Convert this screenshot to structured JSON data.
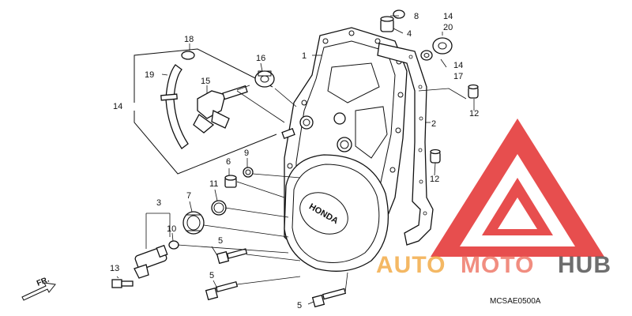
{
  "callouts": [
    {
      "id": "c1",
      "text": "1"
    },
    {
      "id": "c2",
      "text": "2"
    },
    {
      "id": "c3",
      "text": "3"
    },
    {
      "id": "c4",
      "text": "4"
    },
    {
      "id": "c5a",
      "text": "5"
    },
    {
      "id": "c5b",
      "text": "5"
    },
    {
      "id": "c5c",
      "text": "5"
    },
    {
      "id": "c6",
      "text": "6"
    },
    {
      "id": "c7",
      "text": "7"
    },
    {
      "id": "c8",
      "text": "8"
    },
    {
      "id": "c9",
      "text": "9"
    },
    {
      "id": "c10",
      "text": "10"
    },
    {
      "id": "c11",
      "text": "11"
    },
    {
      "id": "c12a",
      "text": "12"
    },
    {
      "id": "c12b",
      "text": "12"
    },
    {
      "id": "c13",
      "text": "13"
    },
    {
      "id": "c14a",
      "text": "14"
    },
    {
      "id": "c14b",
      "text": "14"
    },
    {
      "id": "c14c",
      "text": "14"
    },
    {
      "id": "c15",
      "text": "15"
    },
    {
      "id": "c16",
      "text": "16"
    },
    {
      "id": "c17",
      "text": "17"
    },
    {
      "id": "c18",
      "text": "18"
    },
    {
      "id": "c19",
      "text": "19"
    },
    {
      "id": "c20",
      "text": "20"
    }
  ],
  "cover_emblem": "HONDA",
  "direction_label": "FR.",
  "diagram_code": "MCSAE0500A",
  "watermark": {
    "part1": "AUTO",
    "part2": "MOTO",
    "part3": "HUB",
    "colors": {
      "auto": "#f0a030",
      "moto": "#ee7060",
      "hub": "#555555",
      "triangle": "#e33030"
    }
  }
}
